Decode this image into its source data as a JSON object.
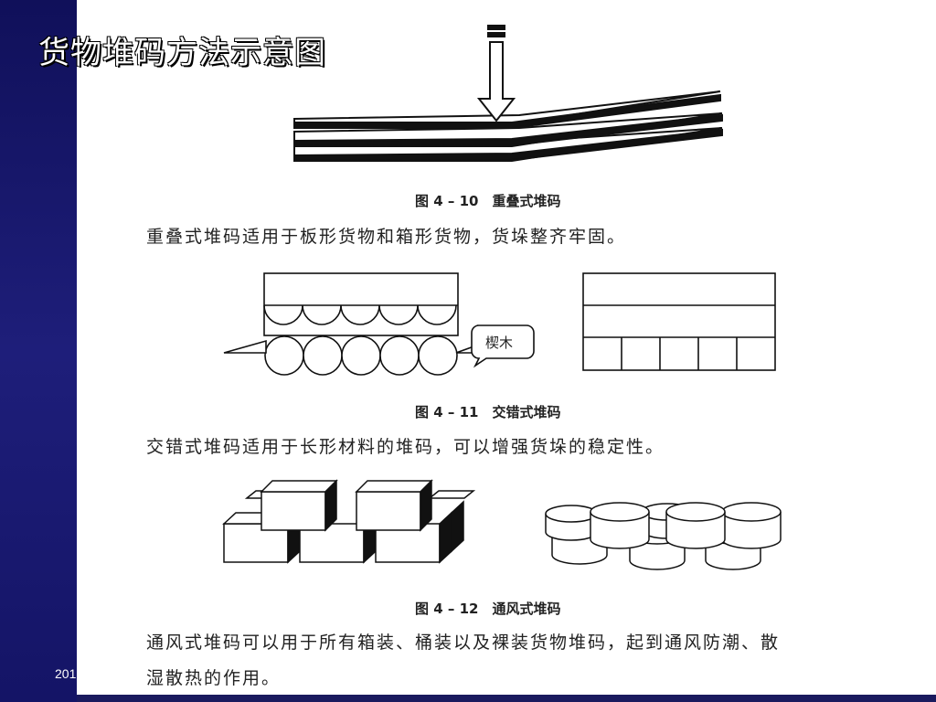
{
  "slide": {
    "title": "货物堆码方法示意图",
    "date_fragment": "201"
  },
  "figure_1": {
    "caption": "图 4 – 10　重叠式堆码",
    "description": "重叠式堆码适用于板形货物和箱形货物，货垛整齐牢固。"
  },
  "figure_2": {
    "caption": "图 4 – 11　交错式堆码",
    "wedge_label": "楔木",
    "description": "交错式堆码适用于长形材料的堆码，可以增强货垛的稳定性。"
  },
  "figure_3": {
    "caption": "图 4 – 12　通风式堆码",
    "description_line1": "通风式堆码可以用于所有箱装、桶装以及裸装货物堆码，起到通风防潮、散",
    "description_line2": "湿散热的作用。"
  },
  "colors": {
    "background_blue": "#1a1a5e",
    "content_white": "#ffffff",
    "ink": "#222222"
  }
}
